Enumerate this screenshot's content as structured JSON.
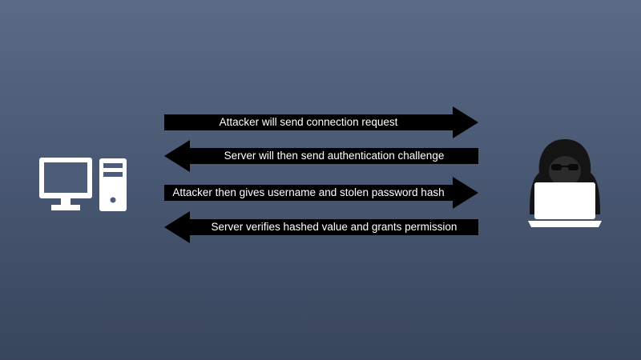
{
  "diagram": {
    "background_colors": [
      "#5a6b86",
      "#38455c"
    ],
    "arrow_color": "#000000",
    "text_color": "#ffffff",
    "left_node": {
      "icon": "desktop-computer-icon"
    },
    "right_node": {
      "icon": "hooded-hacker-laptop-icon"
    },
    "messages": [
      {
        "direction": "right",
        "label": "Attacker will send connection request"
      },
      {
        "direction": "left",
        "label": "Server will then send authentication challenge"
      },
      {
        "direction": "right",
        "label": "Attacker then gives username and stolen password hash"
      },
      {
        "direction": "left",
        "label": "Server verifies hashed value and grants permission"
      }
    ]
  }
}
